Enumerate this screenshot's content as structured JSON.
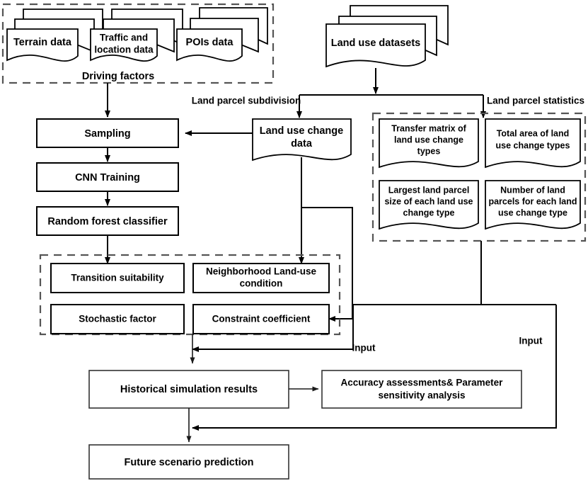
{
  "diagram": {
    "title": "Land use change simulation workflow",
    "type": "flowchart",
    "groups": {
      "driving_factors": "Driving factors",
      "land_parcel_subdivision": "Land parcel subdivision",
      "land_parcel_statistics": "Land parcel statistics"
    },
    "data_sources": {
      "terrain": "Terrain data",
      "traffic": {
        "line1": "Traffic and",
        "line2": "location data"
      },
      "pois": "POIs data",
      "landuse": "Land use datasets"
    },
    "pipeline": {
      "sampling": "Sampling",
      "cnn": "CNN Training",
      "rf": "Random forest classifier"
    },
    "change_data": {
      "line1": "Land use change",
      "line2": "data"
    },
    "statistics": {
      "transfer_matrix": {
        "line1": "Transfer matrix of",
        "line2": "land use change",
        "line3": "types"
      },
      "total_area": {
        "line1": "Total area of  land",
        "line2": "use change types"
      },
      "largest_parcel": {
        "line1": "Largest land parcel",
        "line2": "size of each land use",
        "line3": "change type"
      },
      "parcel_number": {
        "line1": "Number of land",
        "line2": "parcels for each land",
        "line3": "use change type"
      }
    },
    "ca_factors": {
      "transition_suitability": "Transition suitability",
      "neighborhood": {
        "line1": "Neighborhood Land-use",
        "line2": "condition"
      },
      "stochastic": "Stochastic factor",
      "constraint": "Constraint coefficient"
    },
    "results": {
      "historical": "Historical simulation results",
      "accuracy": {
        "line1": "Accuracy assessments& Parameter",
        "line2": "sensitivity analysis"
      },
      "future": "Future scenario prediction"
    },
    "edge_labels": {
      "input_left": "Input",
      "input_right": "Input"
    },
    "colors": {
      "stroke": "#000000",
      "dashed_group": "#555555",
      "background": "#ffffff"
    }
  }
}
